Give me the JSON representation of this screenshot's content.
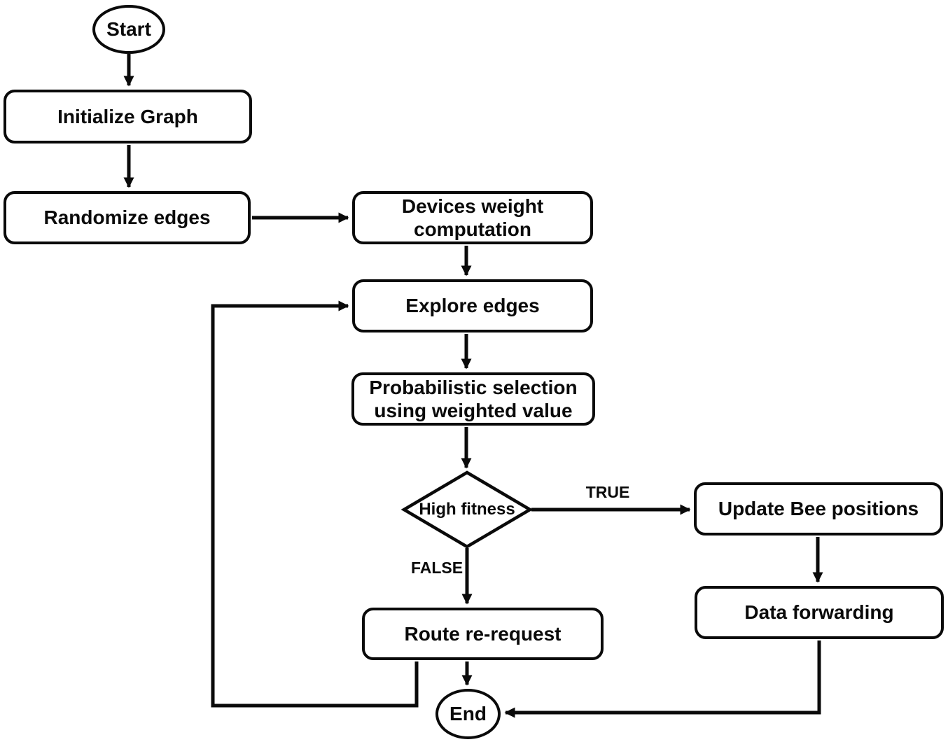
{
  "diagram": {
    "type": "flowchart",
    "nodes": {
      "start": "Start",
      "initialize_graph": "Initialize Graph",
      "randomize_edges": "Randomize edges",
      "devices_weight": "Devices weight computation",
      "explore_edges": "Explore edges",
      "probabilistic_selection": "Probabilistic selection using weighted value",
      "high_fitness": "High fitness",
      "update_bee_positions": "Update Bee positions",
      "data_forwarding": "Data forwarding",
      "route_re_request": "Route re-request",
      "end": "End"
    },
    "edge_labels": {
      "true_branch": "TRUE",
      "false_branch": "FALSE"
    },
    "connections": [
      {
        "from": "Start",
        "to": "Initialize Graph",
        "label": ""
      },
      {
        "from": "Initialize Graph",
        "to": "Randomize edges",
        "label": ""
      },
      {
        "from": "Randomize edges",
        "to": "Devices weight computation",
        "label": ""
      },
      {
        "from": "Devices weight computation",
        "to": "Explore edges",
        "label": ""
      },
      {
        "from": "Explore edges",
        "to": "Probabilistic selection using weighted value",
        "label": ""
      },
      {
        "from": "Probabilistic selection using weighted value",
        "to": "High fitness",
        "label": ""
      },
      {
        "from": "High fitness",
        "to": "Update Bee positions",
        "label": "TRUE"
      },
      {
        "from": "High fitness",
        "to": "Route re-request",
        "label": "FALSE"
      },
      {
        "from": "Update Bee positions",
        "to": "Data forwarding",
        "label": ""
      },
      {
        "from": "Data forwarding",
        "to": "End",
        "label": ""
      },
      {
        "from": "Route re-request",
        "to": "End",
        "label": ""
      },
      {
        "from": "Route re-request",
        "to": "Explore edges",
        "label": ""
      }
    ],
    "colors": {
      "stroke": "#0a0a0a",
      "background": "#ffffff",
      "text": "#0a0a0a"
    }
  }
}
